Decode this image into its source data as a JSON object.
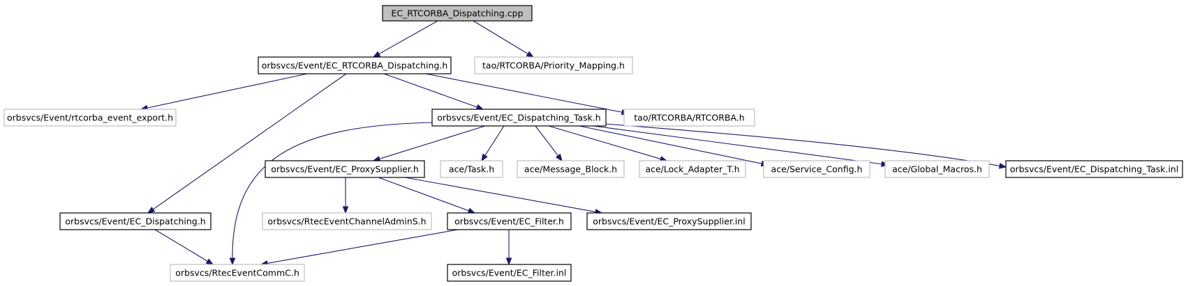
{
  "diagram": {
    "nodes": [
      {
        "id": "root",
        "label": "EC_RTCORBA_Dispatching.cpp",
        "style": "root"
      },
      {
        "id": "ec_rtcorba_disp_h",
        "label": "orbsvcs/Event/EC_RTCORBA_Dispatching.h",
        "style": "doc"
      },
      {
        "id": "priority_mapping",
        "label": "tao/RTCORBA/Priority_Mapping.h",
        "style": "ext"
      },
      {
        "id": "rtcorba_event_export",
        "label": "orbsvcs/Event/rtcorba_event_export.h",
        "style": "ext"
      },
      {
        "id": "ec_dispatching_task_h",
        "label": "orbsvcs/Event/EC_Dispatching_Task.h",
        "style": "doc"
      },
      {
        "id": "rtcorba_h",
        "label": "tao/RTCORBA/RTCORBA.h",
        "style": "ext"
      },
      {
        "id": "ec_proxysupplier_h",
        "label": "orbsvcs/Event/EC_ProxySupplier.h",
        "style": "doc"
      },
      {
        "id": "ace_task",
        "label": "ace/Task.h",
        "style": "ext"
      },
      {
        "id": "ace_message_block",
        "label": "ace/Message_Block.h",
        "style": "ext"
      },
      {
        "id": "ace_lock_adapter",
        "label": "ace/Lock_Adapter_T.h",
        "style": "ext"
      },
      {
        "id": "ace_service_config",
        "label": "ace/Service_Config.h",
        "style": "ext"
      },
      {
        "id": "ace_global_macros",
        "label": "ace/Global_Macros.h",
        "style": "ext"
      },
      {
        "id": "ec_dispatching_task_inl",
        "label": "orbsvcs/Event/EC_Dispatching_Task.inl",
        "style": "doc"
      },
      {
        "id": "ec_dispatching_h",
        "label": "orbsvcs/Event/EC_Dispatching.h",
        "style": "doc"
      },
      {
        "id": "rtec_admin",
        "label": "orbsvcs/RtecEventChannelAdminS.h",
        "style": "ext"
      },
      {
        "id": "ec_filter_h",
        "label": "orbsvcs/Event/EC_Filter.h",
        "style": "doc"
      },
      {
        "id": "ec_proxysupplier_inl",
        "label": "orbsvcs/Event/EC_ProxySupplier.inl",
        "style": "doc"
      },
      {
        "id": "rtec_commc",
        "label": "orbsvcs/RtecEventCommC.h",
        "style": "ext"
      },
      {
        "id": "ec_filter_inl",
        "label": "orbsvcs/Event/EC_Filter.inl",
        "style": "doc"
      }
    ],
    "edges": [
      {
        "from": "root",
        "to": "ec_rtcorba_disp_h"
      },
      {
        "from": "root",
        "to": "priority_mapping"
      },
      {
        "from": "ec_rtcorba_disp_h",
        "to": "rtcorba_event_export"
      },
      {
        "from": "ec_rtcorba_disp_h",
        "to": "ec_dispatching_task_h"
      },
      {
        "from": "ec_rtcorba_disp_h",
        "to": "rtcorba_h"
      },
      {
        "from": "ec_rtcorba_disp_h",
        "to": "ec_dispatching_h"
      },
      {
        "from": "ec_dispatching_task_h",
        "to": "ec_proxysupplier_h"
      },
      {
        "from": "ec_dispatching_task_h",
        "to": "ace_task"
      },
      {
        "from": "ec_dispatching_task_h",
        "to": "ace_message_block"
      },
      {
        "from": "ec_dispatching_task_h",
        "to": "ace_lock_adapter"
      },
      {
        "from": "ec_dispatching_task_h",
        "to": "ace_service_config"
      },
      {
        "from": "ec_dispatching_task_h",
        "to": "ace_global_macros"
      },
      {
        "from": "ec_dispatching_task_h",
        "to": "ec_dispatching_task_inl"
      },
      {
        "from": "ec_dispatching_task_h",
        "to": "rtec_commc"
      },
      {
        "from": "ec_proxysupplier_h",
        "to": "rtec_admin"
      },
      {
        "from": "ec_proxysupplier_h",
        "to": "ec_filter_h"
      },
      {
        "from": "ec_proxysupplier_h",
        "to": "ec_proxysupplier_inl"
      },
      {
        "from": "ec_dispatching_h",
        "to": "rtec_commc"
      },
      {
        "from": "ec_filter_h",
        "to": "rtec_commc"
      },
      {
        "from": "ec_filter_h",
        "to": "ec_filter_inl"
      }
    ],
    "colors": {
      "root_fill": "#bfbfbf",
      "doc_border": "#000000",
      "ext_border": "#bfbfbf",
      "edge": "#191970"
    }
  }
}
